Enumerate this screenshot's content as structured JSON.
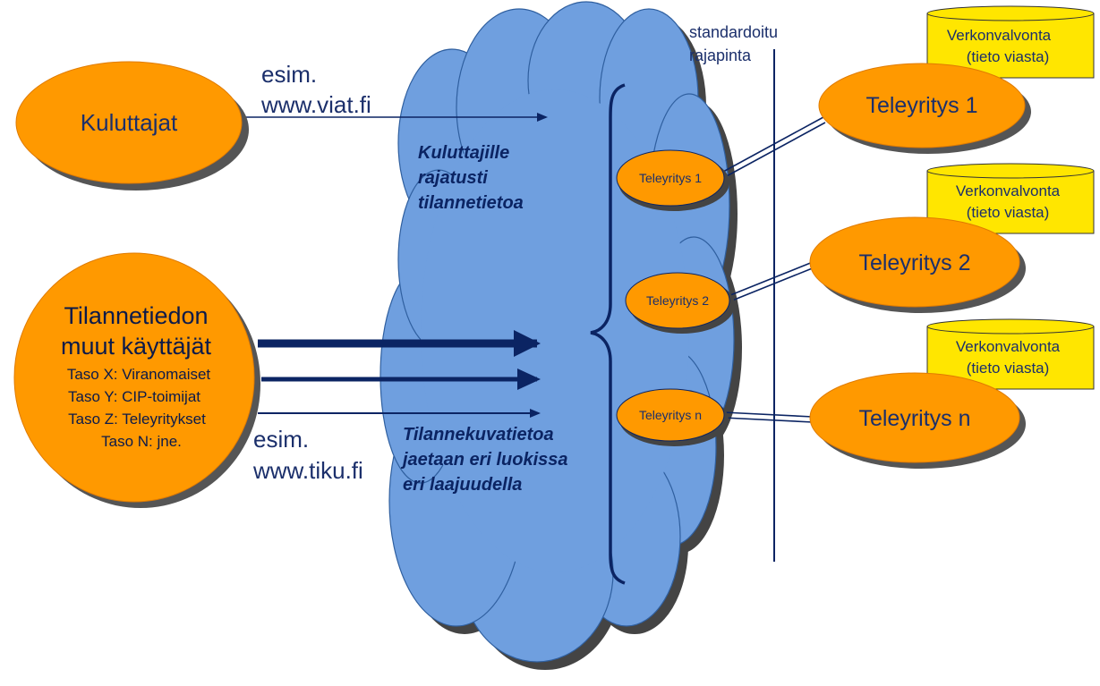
{
  "colors": {
    "orange": "#FF9900",
    "orange_stroke": "#E07B00",
    "cloud_fill": "#6F9FDF",
    "cloud_stroke": "#2F5F9F",
    "navy": "#0B2463",
    "text_blue": "#1B2F6B",
    "yellow": "#FFE600",
    "shadow": "#444444"
  },
  "kuluttajat": {
    "label": "Kuluttajat"
  },
  "muut_kayttajat": {
    "title_line1": "Tilannetiedon",
    "title_line2": "muut käyttäjät",
    "levels": [
      "Taso X: Viranomaiset",
      "Taso Y: CIP-toimijat",
      "Taso Z: Teleyritykset",
      "Taso N: jne."
    ]
  },
  "example_top": {
    "line1": "esim.",
    "line2": "www.viat.fi"
  },
  "example_bottom": {
    "line1": "esim.",
    "line2": "www.tiku.fi"
  },
  "cloud": {
    "text_top": [
      "Kuluttajille",
      "rajatusti",
      "tilannetietoa"
    ],
    "text_bottom": [
      "Tilannekuvatietoa",
      "jaetaan eri luokissa",
      "eri laajuudella"
    ]
  },
  "interface": {
    "line1": "standardoitu",
    "line2": "rajapinta"
  },
  "small_nodes": [
    "Teleyritys 1",
    "Teleyritys 2",
    "Teleyritys n"
  ],
  "large_nodes": [
    "Teleyritys 1",
    "Teleyritys 2",
    "Teleyritys n"
  ],
  "databases": [
    {
      "line1": "Verkonvalvonta",
      "line2": "(tieto viasta)"
    },
    {
      "line1": "Verkonvalvonta",
      "line2": "(tieto viasta)"
    },
    {
      "line1": "Verkonvalvonta",
      "line2": "(tieto viasta)"
    }
  ]
}
